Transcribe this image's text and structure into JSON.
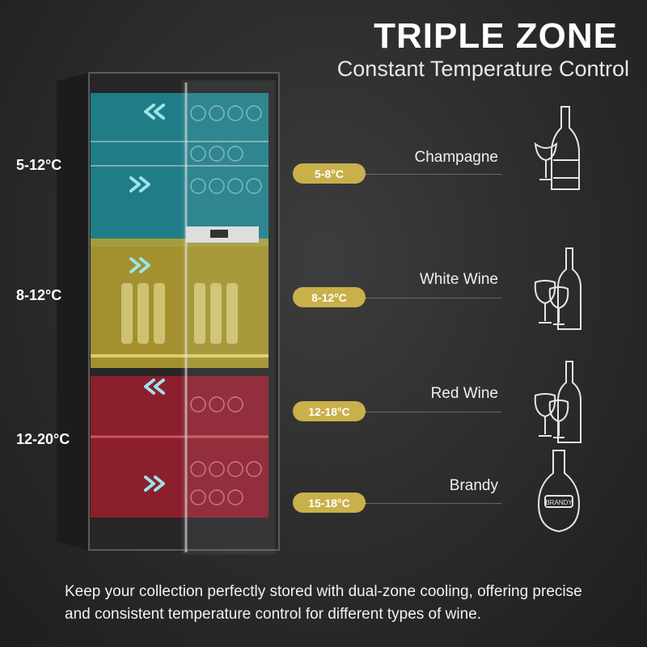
{
  "header": {
    "title": "TRIPLE ZONE",
    "subtitle": "Constant Temperature Control"
  },
  "zones": [
    {
      "range": "5-12°C",
      "color": "#2aa3b0"
    },
    {
      "range": "8-12°C",
      "color": "#c9b53a"
    },
    {
      "range": "12-20°C",
      "color": "#b3273a"
    }
  ],
  "wines": [
    {
      "name": "Champagne",
      "temp": "5-8°C",
      "icon": "champagne-icon"
    },
    {
      "name": "White Wine",
      "temp": "8-12°C",
      "icon": "white-wine-icon"
    },
    {
      "name": "Red Wine",
      "temp": "12-18°C",
      "icon": "red-wine-icon"
    },
    {
      "name": "Brandy",
      "temp": "15-18°C",
      "icon": "brandy-icon"
    }
  ],
  "brandy_label": "BRANDY",
  "badge_color": "#c9b04a",
  "caption": "Keep your collection perfectly stored with dual-zone cooling, offering precise and consistent temperature control for different types of wine."
}
